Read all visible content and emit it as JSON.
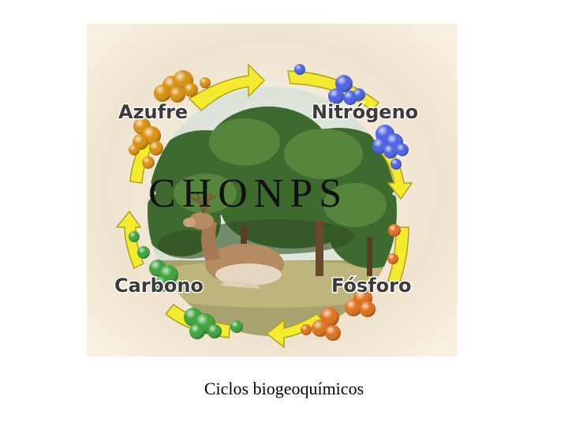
{
  "figure": {
    "center_text": "CHONPS",
    "labels": {
      "sulfur": "Azufre",
      "nitrogen": "Nitrógeno",
      "carbon": "Carbono",
      "phosphorus": "Fósforo"
    },
    "colors": {
      "sulfur": "#d9900f",
      "nitrogen": "#4a62e6",
      "carbon": "#3da33a",
      "phosphorus": "#e0701a",
      "arrow": "#f4ea2e"
    }
  },
  "caption": "Ciclos biogeoquímicos"
}
